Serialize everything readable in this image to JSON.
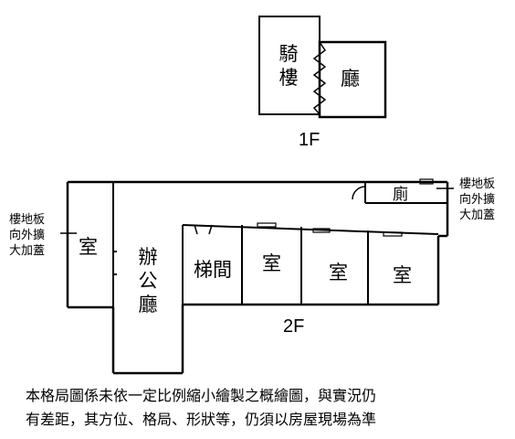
{
  "floor1": {
    "label": "1F",
    "rooms": {
      "arcade": "騎樓",
      "hall": "廳"
    }
  },
  "floor2": {
    "label": "2F",
    "rooms": {
      "left_room": "室",
      "office": "辦公廳",
      "stair": "梯間",
      "room_a": "室",
      "room_b": "室",
      "room_c": "室",
      "toilet": "廁"
    },
    "left_note": [
      "樓地板",
      "向外擴",
      "大加蓋"
    ],
    "right_note": [
      "樓地板",
      "向外擴",
      "大加蓋"
    ]
  },
  "disclaimer": {
    "line1": "本格局圖係未依一定比例縮小繪製之概繪圖，與實況仍",
    "line2": "有差距，其方位、格局、形狀等，仍須以房屋現場為準"
  }
}
